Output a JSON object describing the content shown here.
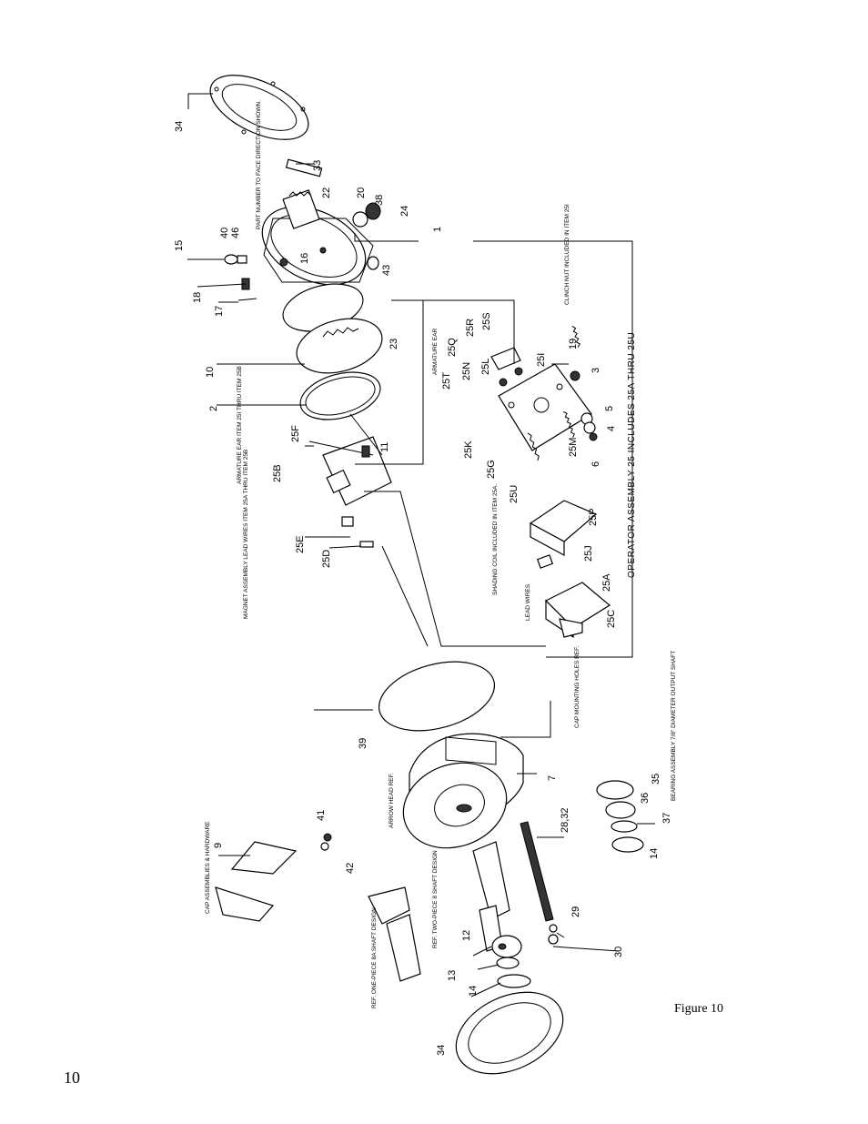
{
  "figure": {
    "caption": "Figure 10",
    "page_number": "10"
  },
  "part_labels": [
    "34",
    "33",
    "22",
    "20",
    "38",
    "24",
    "1",
    "43",
    "15",
    "40",
    "46",
    "16",
    "18",
    "17",
    "10",
    "23",
    "2",
    "25F",
    "11",
    "25B",
    "25E",
    "25D",
    "25S",
    "25R",
    "25Q",
    "25L",
    "25N",
    "25T",
    "25K",
    "25G",
    "25I",
    "19",
    "3",
    "5",
    "4",
    "6",
    "25M",
    "25U",
    "25P",
    "25J",
    "25A",
    "25C",
    "39",
    "7",
    "28,32",
    "29",
    "30",
    "35",
    "36",
    "37",
    "14",
    "12",
    "13",
    "14",
    "34",
    "9",
    "41",
    "42"
  ],
  "notes": {
    "part_number_face": "PART NUMBER TO FACE DIRECTION SHOWN.",
    "armature_ear_25": "ARMATURE EAR ITEM 25I THRU ITEM 25B",
    "magnet_assembly": "MAGNET ASSEMBLY LEAD WIRES ITEM 25A THRU ITEM 25B",
    "armature_ear": "ARMATURE EAR",
    "clinch_nut": "CLINCH NUT INCLUDED IN ITEM 25I",
    "shading_coil": "SHADING COIL INCLUDED IN ITEM 25A.",
    "lead_wires": "LEAD WIRES",
    "operator_assembly": "OPERATOR ASSEMBLY 25 INCLUDES 25A THRU 25U",
    "cap_mounting_holes": "CAP MOUNTING HOLES REF.",
    "arrow_head": "ARROW HEAD REF.",
    "bearing_assembly": "BEARING ASSEMBLY 7/8\" DIAMETER OUTPUT SHAFT",
    "cap_assemblies": "CAP ASSEMBLIES & HARDWARE",
    "two_piece_shaft": "REF. TWO-PIECE 8 SHAFT DESIGN",
    "one_piece_shaft": "REF. ONE-PIECE 8A SHAFT DESIGN"
  }
}
